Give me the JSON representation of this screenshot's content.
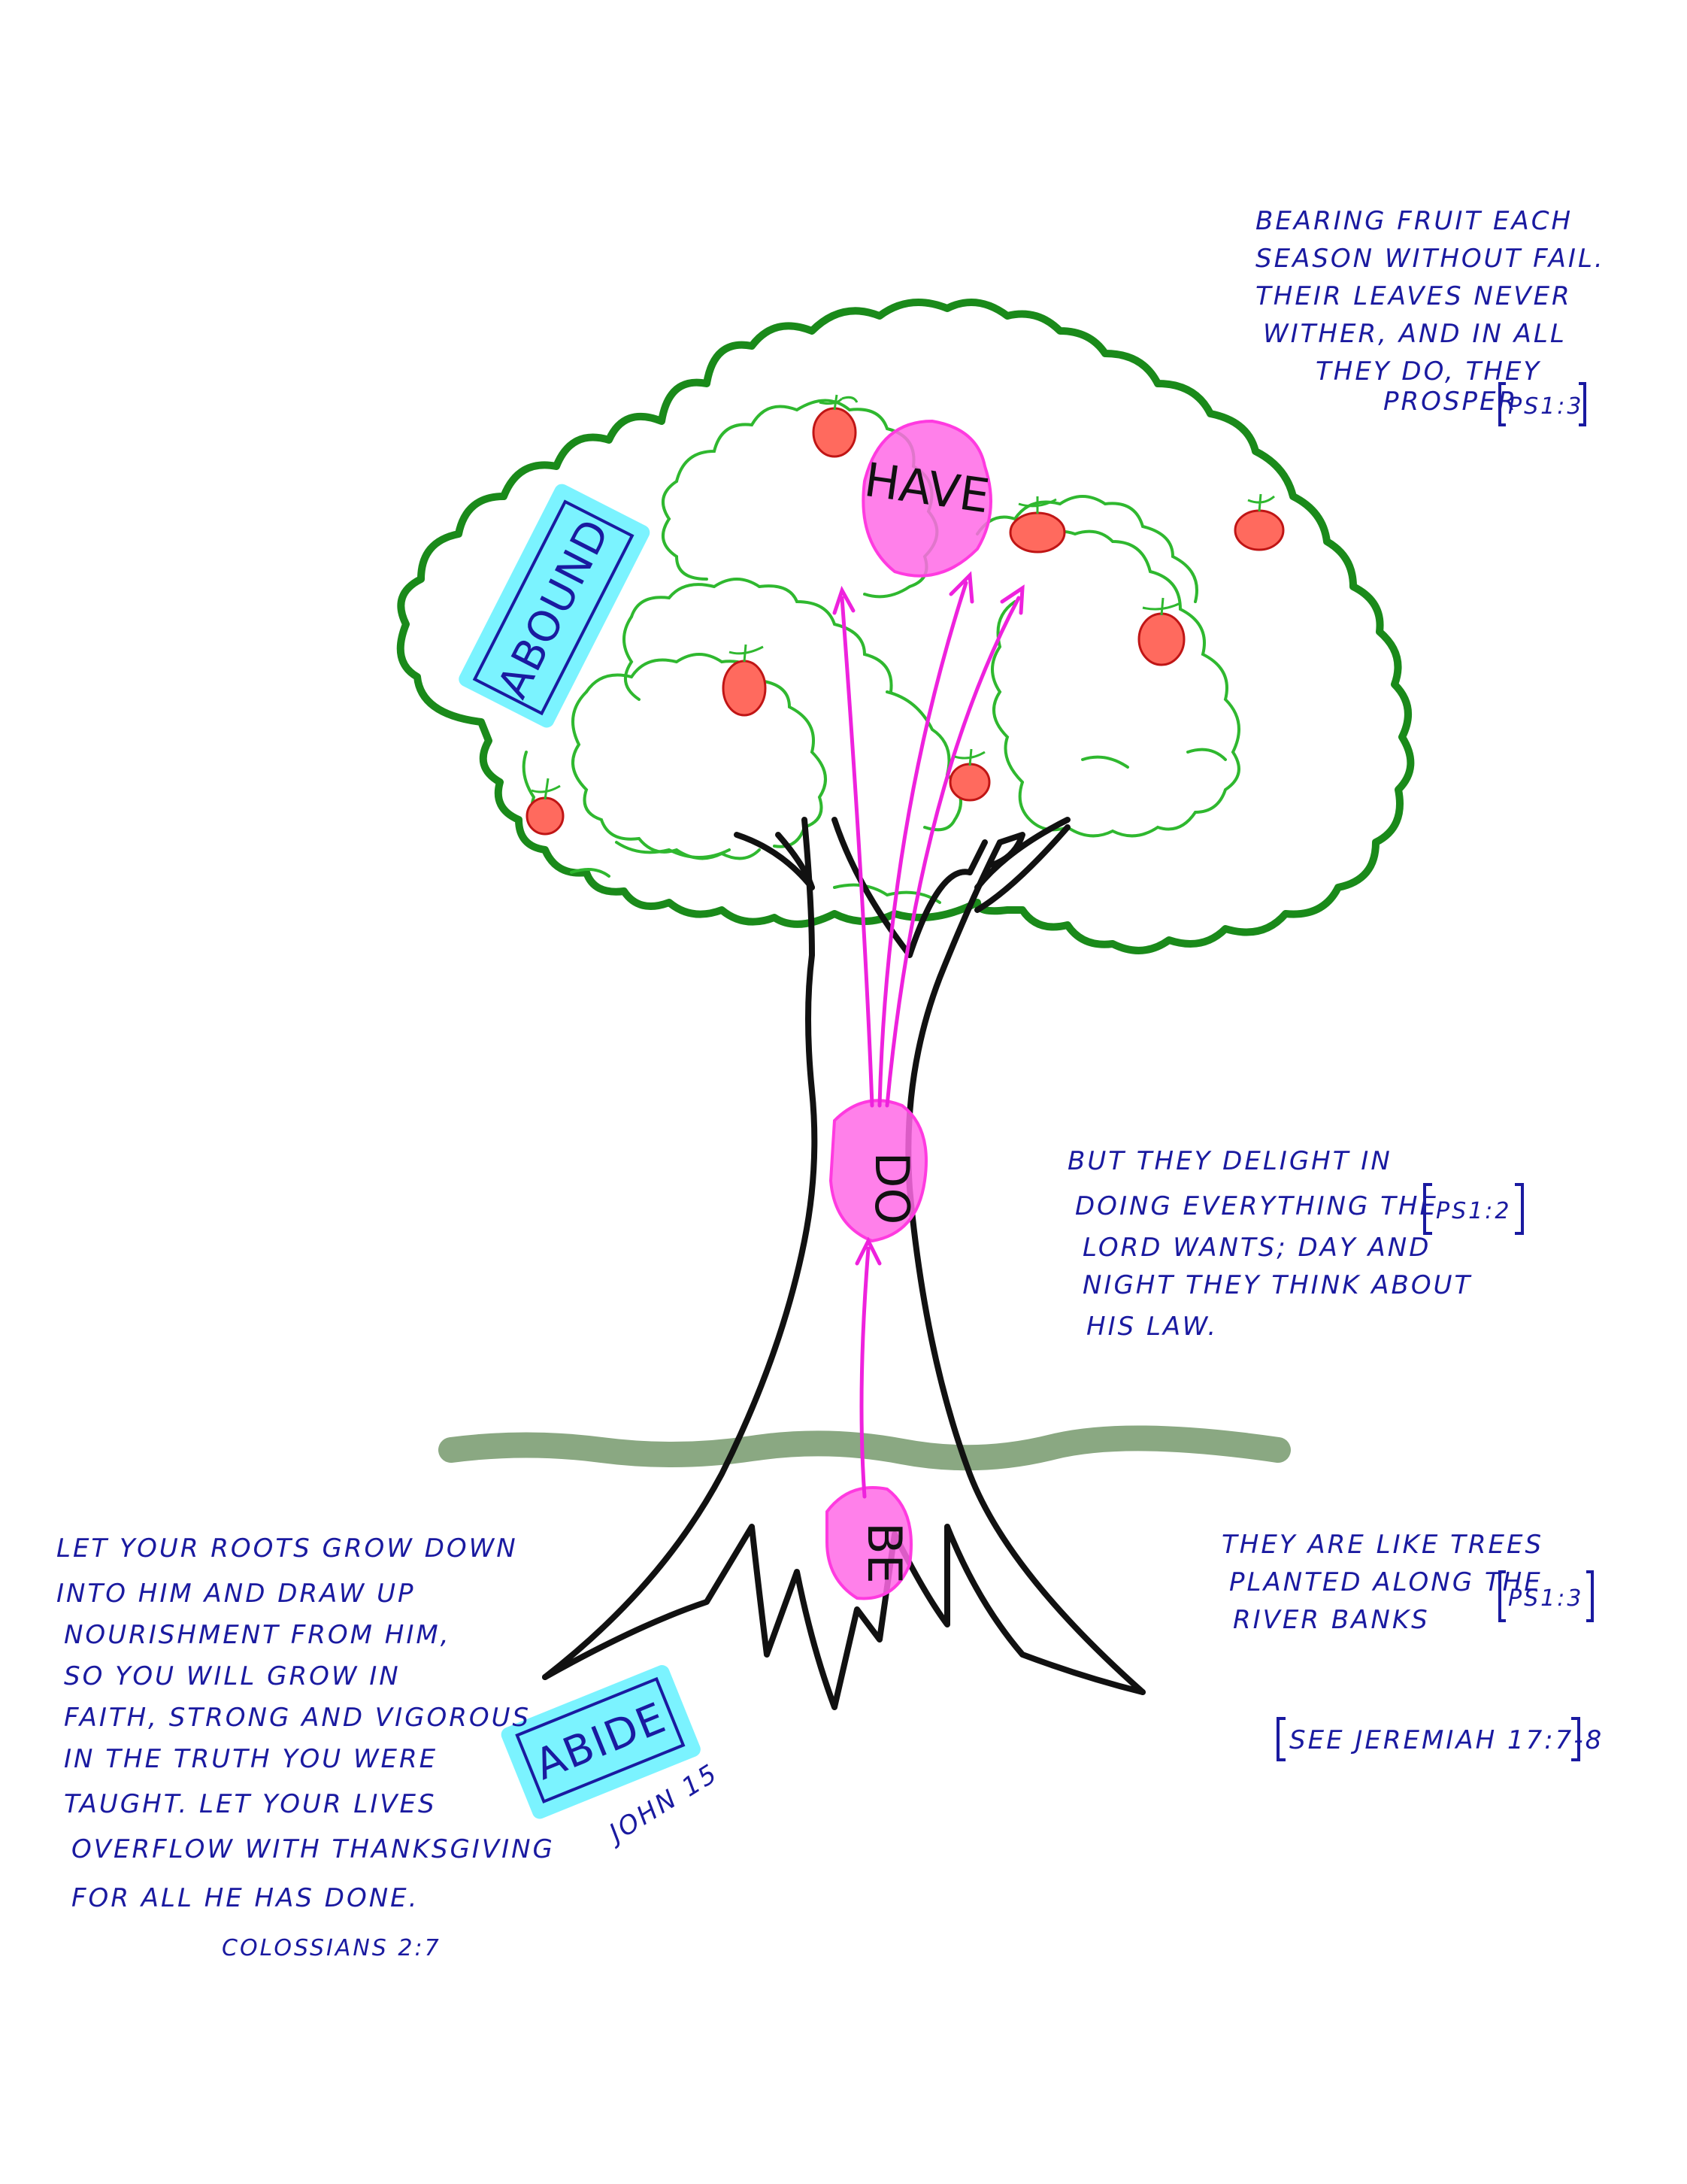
{
  "colors": {
    "canopy_outline": "#1a8a1a",
    "inner_foliage": "#2fb82f",
    "trunk": "#111111",
    "ground": "#8aa882",
    "fruit_fill": "#ff6a5e",
    "fruit_outline": "#c01515",
    "highlight_pink": "#ff6ae6",
    "arrow_magenta": "#ee22dd",
    "box_cyan": "#5af0ff",
    "ink_blue": "#1a1aa0"
  },
  "labels": {
    "have": "HAVE",
    "do": "DO",
    "be": "BE",
    "abound": "ABOUND",
    "abide": "ABIDE",
    "john": "JOHN 15"
  },
  "notes": {
    "top_right": [
      "BEARING FRUIT EACH",
      "SEASON WITHOUT FAIL.",
      "THEIR LEAVES NEVER",
      "WITHER, AND IN ALL",
      "THEY DO, THEY",
      "PROSPER"
    ],
    "top_right_ref": "PS1:3",
    "middle_right": [
      "BUT THEY DELIGHT IN",
      "DOING EVERYTHING THE",
      "LORD WANTS; DAY AND",
      "NIGHT THEY THINK ABOUT",
      "HIS LAW."
    ],
    "middle_right_ref": "PS1:2",
    "bottom_right": [
      "THEY ARE LIKE TREES",
      "PLANTED ALONG THE",
      "RIVER BANKS"
    ],
    "bottom_right_ref": "PS1:3",
    "see_jeremiah": "SEE JEREMIAH 17:7-8",
    "bottom_left": [
      "LET YOUR ROOTS GROW DOWN",
      "INTO HIM AND DRAW UP",
      "NOURISHMENT FROM HIM,",
      "SO YOU WILL GROW IN",
      "FAITH, STRONG AND VIGOROUS",
      "IN THE TRUTH YOU WERE",
      "TAUGHT. LET YOUR LIVES",
      "OVERFLOW WITH THANKSGIVING",
      "FOR ALL HE HAS DONE."
    ],
    "bottom_left_ref": "COLOSSIANS 2:7"
  }
}
